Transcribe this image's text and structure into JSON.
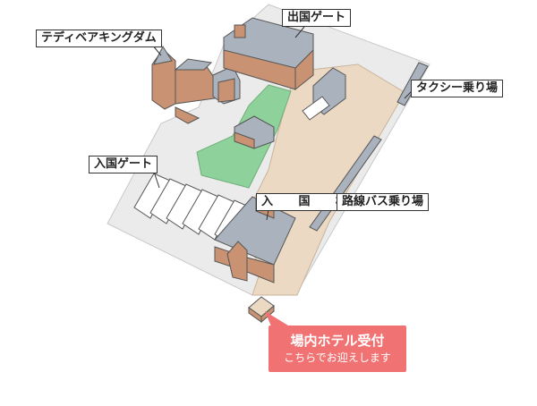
{
  "labels": {
    "teddy_bear_kingdom": "テディベアキングダム",
    "departure_gate": "出国ゲート",
    "taxi_stand": "タクシー乗り場",
    "entry_gate": "入国ゲート",
    "entry_building": "入 国 棟",
    "bus_stand": "路線バス乗り場"
  },
  "callout": {
    "title": "場内ホテル受付",
    "subtitle": "こちらでお迎えします"
  },
  "colors": {
    "ground_gray": "#ebebeb",
    "plaza_tan": "#ecd9c4",
    "garden_green": "#8fd19b",
    "roof_blue_gray": "#a9b2bd",
    "wall_brown": "#c99272",
    "callout_red": "#f07272"
  }
}
